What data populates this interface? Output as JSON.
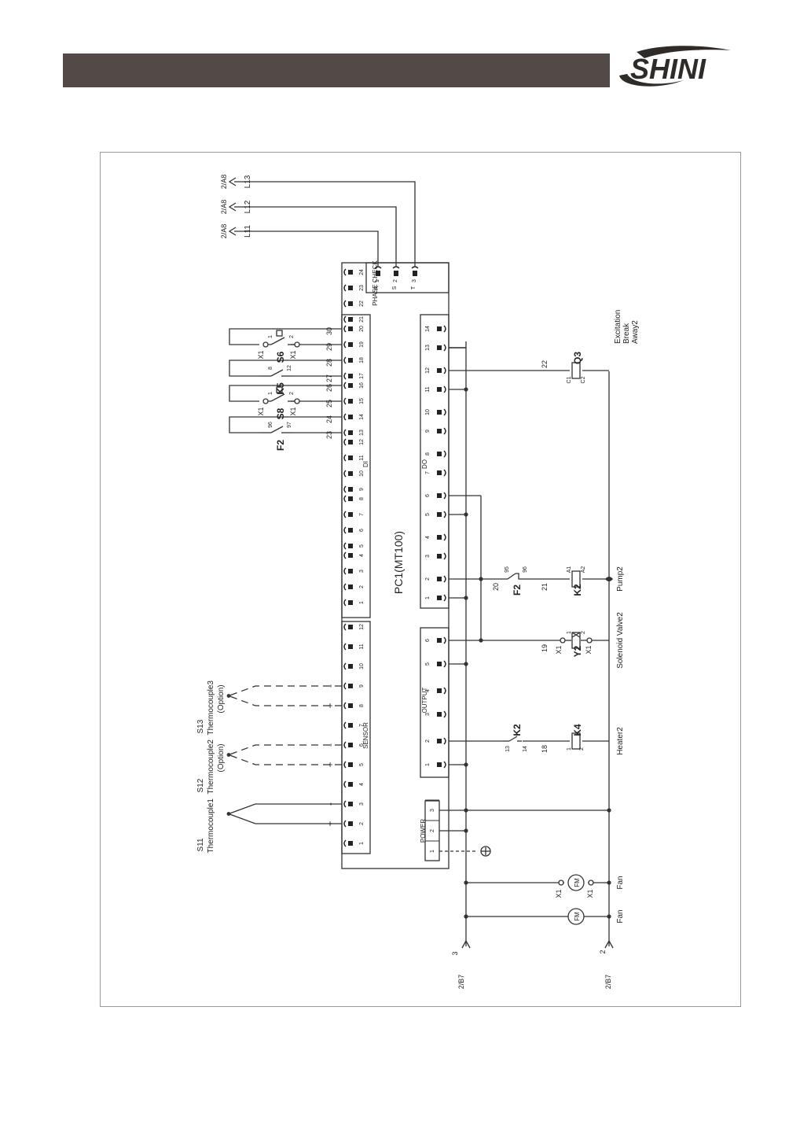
{
  "header": {
    "logo_text": "SHINI"
  },
  "colors": {
    "header_bar": "#514a47",
    "logo": "#2f2b29",
    "line": "#333333"
  },
  "controller": {
    "name": "PC1(MT100)",
    "phase_check": {
      "title": "PHASE CHECK",
      "labels": [
        "R",
        "S",
        "T"
      ],
      "pins": [
        "1",
        "2",
        "3"
      ]
    },
    "di": {
      "title": "DI",
      "pins": [
        "1",
        "2",
        "3",
        "4",
        "5",
        "6",
        "7",
        "8",
        "9",
        "10",
        "11",
        "12",
        "13",
        "14",
        "15",
        "16",
        "17",
        "18",
        "19",
        "20",
        "21",
        "22",
        "23",
        "24"
      ]
    },
    "do": {
      "title": "DO",
      "pins": [
        "1",
        "2",
        "3",
        "4",
        "5",
        "6",
        "7",
        "8",
        "9",
        "10",
        "11",
        "12",
        "13",
        "14"
      ]
    },
    "output": {
      "title": "OUTPUT",
      "pins": [
        "1",
        "2",
        "3",
        "4",
        "5",
        "6"
      ]
    },
    "power": {
      "title": "POWER",
      "pins": [
        "1",
        "2",
        "3"
      ]
    },
    "sensor": {
      "title": "SENSOR"
    }
  },
  "supply": {
    "lines": [
      {
        "ref": "2/A8",
        "name": "L11"
      },
      {
        "ref": "2/A8",
        "name": "L12"
      },
      {
        "ref": "2/A8",
        "name": "L13"
      }
    ],
    "bottom": [
      {
        "ref": "2/B7",
        "num": "3"
      },
      {
        "ref": "2/B7",
        "num": "2"
      }
    ]
  },
  "sensors": [
    {
      "id": "S11",
      "label": "Thermocouple1",
      "option": ""
    },
    {
      "id": "S12",
      "label": "Thermocouple2",
      "option": "(Option)"
    },
    {
      "id": "S13",
      "label": "Thermocouple3",
      "option": "(Option)"
    }
  ],
  "di_inputs": [
    {
      "device": "F2",
      "pin_a": "96",
      "pin_b": "97",
      "wire_a": "23",
      "wire_b": "24"
    },
    {
      "device": "S8",
      "term_a": "X1",
      "term_b": "X1",
      "pin_a": "1",
      "pin_b": "2",
      "wire_a": "25",
      "wire_b": "26"
    },
    {
      "device": "K5",
      "pin_a": "8",
      "pin_b": "12",
      "wire_a": "27",
      "wire_b": "28"
    },
    {
      "device": "S6",
      "term_a": "X1",
      "term_b": "X1",
      "pin_a": "1",
      "pin_b": "2",
      "wire_a": "29",
      "wire_b": "30"
    }
  ],
  "outputs": [
    {
      "device": "K4",
      "label": "Heater2",
      "wire": "18",
      "contact": "K2",
      "contact_pins": [
        "13",
        "14"
      ],
      "coil_pins": [
        "1",
        "2"
      ]
    },
    {
      "device": "Y2",
      "label": "Solenoid Valve2",
      "wire": "19",
      "terms": [
        "X1",
        "X1"
      ],
      "coil_pins": [
        "1",
        "2"
      ]
    },
    {
      "device": "K2",
      "label": "Pump2",
      "wire_a": "20",
      "wire_b": "21",
      "contact": "F2",
      "contact_pins": [
        "95",
        "96"
      ],
      "coil_pins": [
        "A1",
        "A2"
      ]
    },
    {
      "device": "Q3",
      "label_lines": [
        "Excitation",
        "Break",
        "Away2"
      ],
      "wire": "22",
      "coil_pins": [
        "C1",
        "C2"
      ]
    }
  ],
  "fans": [
    {
      "device": "FM",
      "label": "Fan",
      "terms": [
        "X1",
        "X1"
      ]
    },
    {
      "device": "FM",
      "label": "Fan"
    }
  ],
  "polarity": {
    "plus": "+",
    "minus": "-"
  }
}
